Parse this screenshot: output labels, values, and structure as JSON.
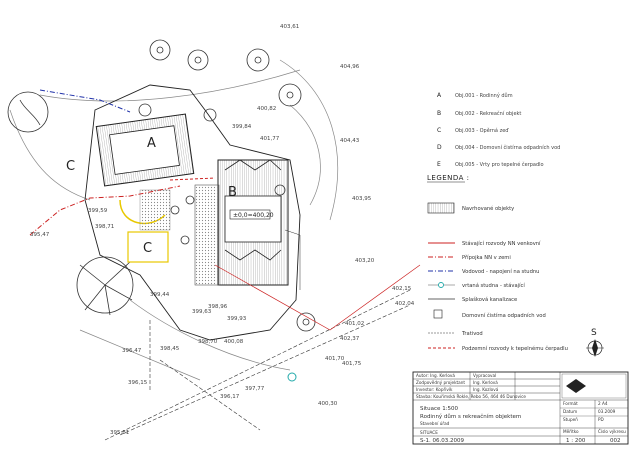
{
  "objects_list": [
    {
      "letter": "A",
      "text": "Obj.001 - Rodinný dům"
    },
    {
      "letter": "B",
      "text": "Obj.002 - Rekreační objekt"
    },
    {
      "letter": "C",
      "text": "Obj.003 - Opěrná zeď"
    },
    {
      "letter": "D",
      "text": "Obj.004 - Domovní čistírna odpadních vod"
    },
    {
      "letter": "E",
      "text": "Obj.005 - Vrty pro tepelné čerpadlo"
    }
  ],
  "legend": {
    "title": "LEGENDA :",
    "items": [
      "Navrhované objekty",
      "Stávající rozvody NN venkovní",
      "Přípojka NN v zemi",
      "Vodovod - napojení na studnu",
      "vrtaná studna - stávající",
      "Splašková kanalizace",
      "Domovní čistírna odpadních vod",
      "Trativod",
      "Podzemní rozvody k tepelnému čerpadlu"
    ]
  },
  "north_label": "S",
  "building_labels": {
    "a": "A",
    "b": "B",
    "c1": "C",
    "c2": "C"
  },
  "floor_level": "±0,0=400,20",
  "elevations": {
    "e1": "403,61",
    "e2": "404,96",
    "e3": "404,43",
    "e4": "403,95",
    "e5": "403,20",
    "e6": "402,15",
    "e7": "401,75",
    "e8": "401,70",
    "e9": "401,02",
    "e10": "400,30",
    "e11": "399,93",
    "e12": "399,63",
    "e13": "398,96",
    "e14": "398,70",
    "e15": "398,45",
    "e16": "397,77",
    "e17": "396,17",
    "e18": "396,15",
    "e19": "395,81",
    "e20": "396,47",
    "e21": "399,44",
    "e22": "399,59",
    "e23": "400,08",
    "e24": "399,84",
    "e25": "400,82",
    "e26": "401,77",
    "e27": "402,37",
    "e28": "402,04",
    "e29": "398,71",
    "e30": "395,47"
  },
  "title_block": {
    "rows_left": [
      {
        "k": "Autor: Ing. Kerlová",
        "v": "Vypracoval"
      },
      {
        "k": "Zodpovědný projektant",
        "v": "Ing. Kerlová"
      },
      {
        "k": "Investor: Kopřivík",
        "v": "Ing. Kozlová"
      }
    ],
    "address": "Stavba: Kouřimská Rokle, Rebo 56, 464 46 Dunovice",
    "drawing_title": "Situace 1:500",
    "subtitle": "Rodinný dům s rekreačním objektem",
    "stage": "Stavební úřad",
    "format_label": "Formát",
    "format_value": "2 A4",
    "date_label": "Datum",
    "date_value": "03.2009",
    "stage_short_label": "Stupeň",
    "stage_short_value": "PD",
    "scale_label": "Měřítko",
    "scale_value": "1 : 200",
    "sheet_label": "Číslo výkresu",
    "sheet_value": "002",
    "drawing_no": "SITUACE",
    "code": "S-1. 06.03.2009"
  },
  "colors": {
    "red_line": "#cc2222",
    "blue_line": "#2233aa",
    "hatch": "#555555",
    "yellow": "#e8c800",
    "cyan": "#22aaaa"
  }
}
